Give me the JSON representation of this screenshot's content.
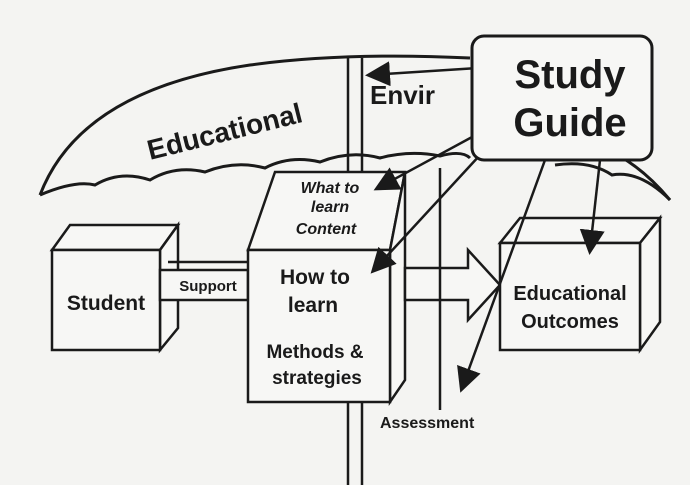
{
  "umbrella": {
    "label_left": "Educational",
    "label_right": "Envir"
  },
  "study_guide": {
    "line1": "Study",
    "line2": "Guide"
  },
  "student": {
    "label": "Student"
  },
  "support": {
    "label": "Support"
  },
  "content_block": {
    "line1": "What to",
    "line2": "learn",
    "line3": "Content"
  },
  "method_block": {
    "line1": "How to",
    "line2": "learn",
    "line3": "Methods &",
    "line4": "strategies"
  },
  "outcomes": {
    "line1": "Educational",
    "line2": "Outcomes"
  },
  "assessment": {
    "label": "Assessment"
  },
  "colors": {
    "ink": "#1a1a1a",
    "paper": "#f4f4f2",
    "box_fill": "#f7f7f5"
  }
}
